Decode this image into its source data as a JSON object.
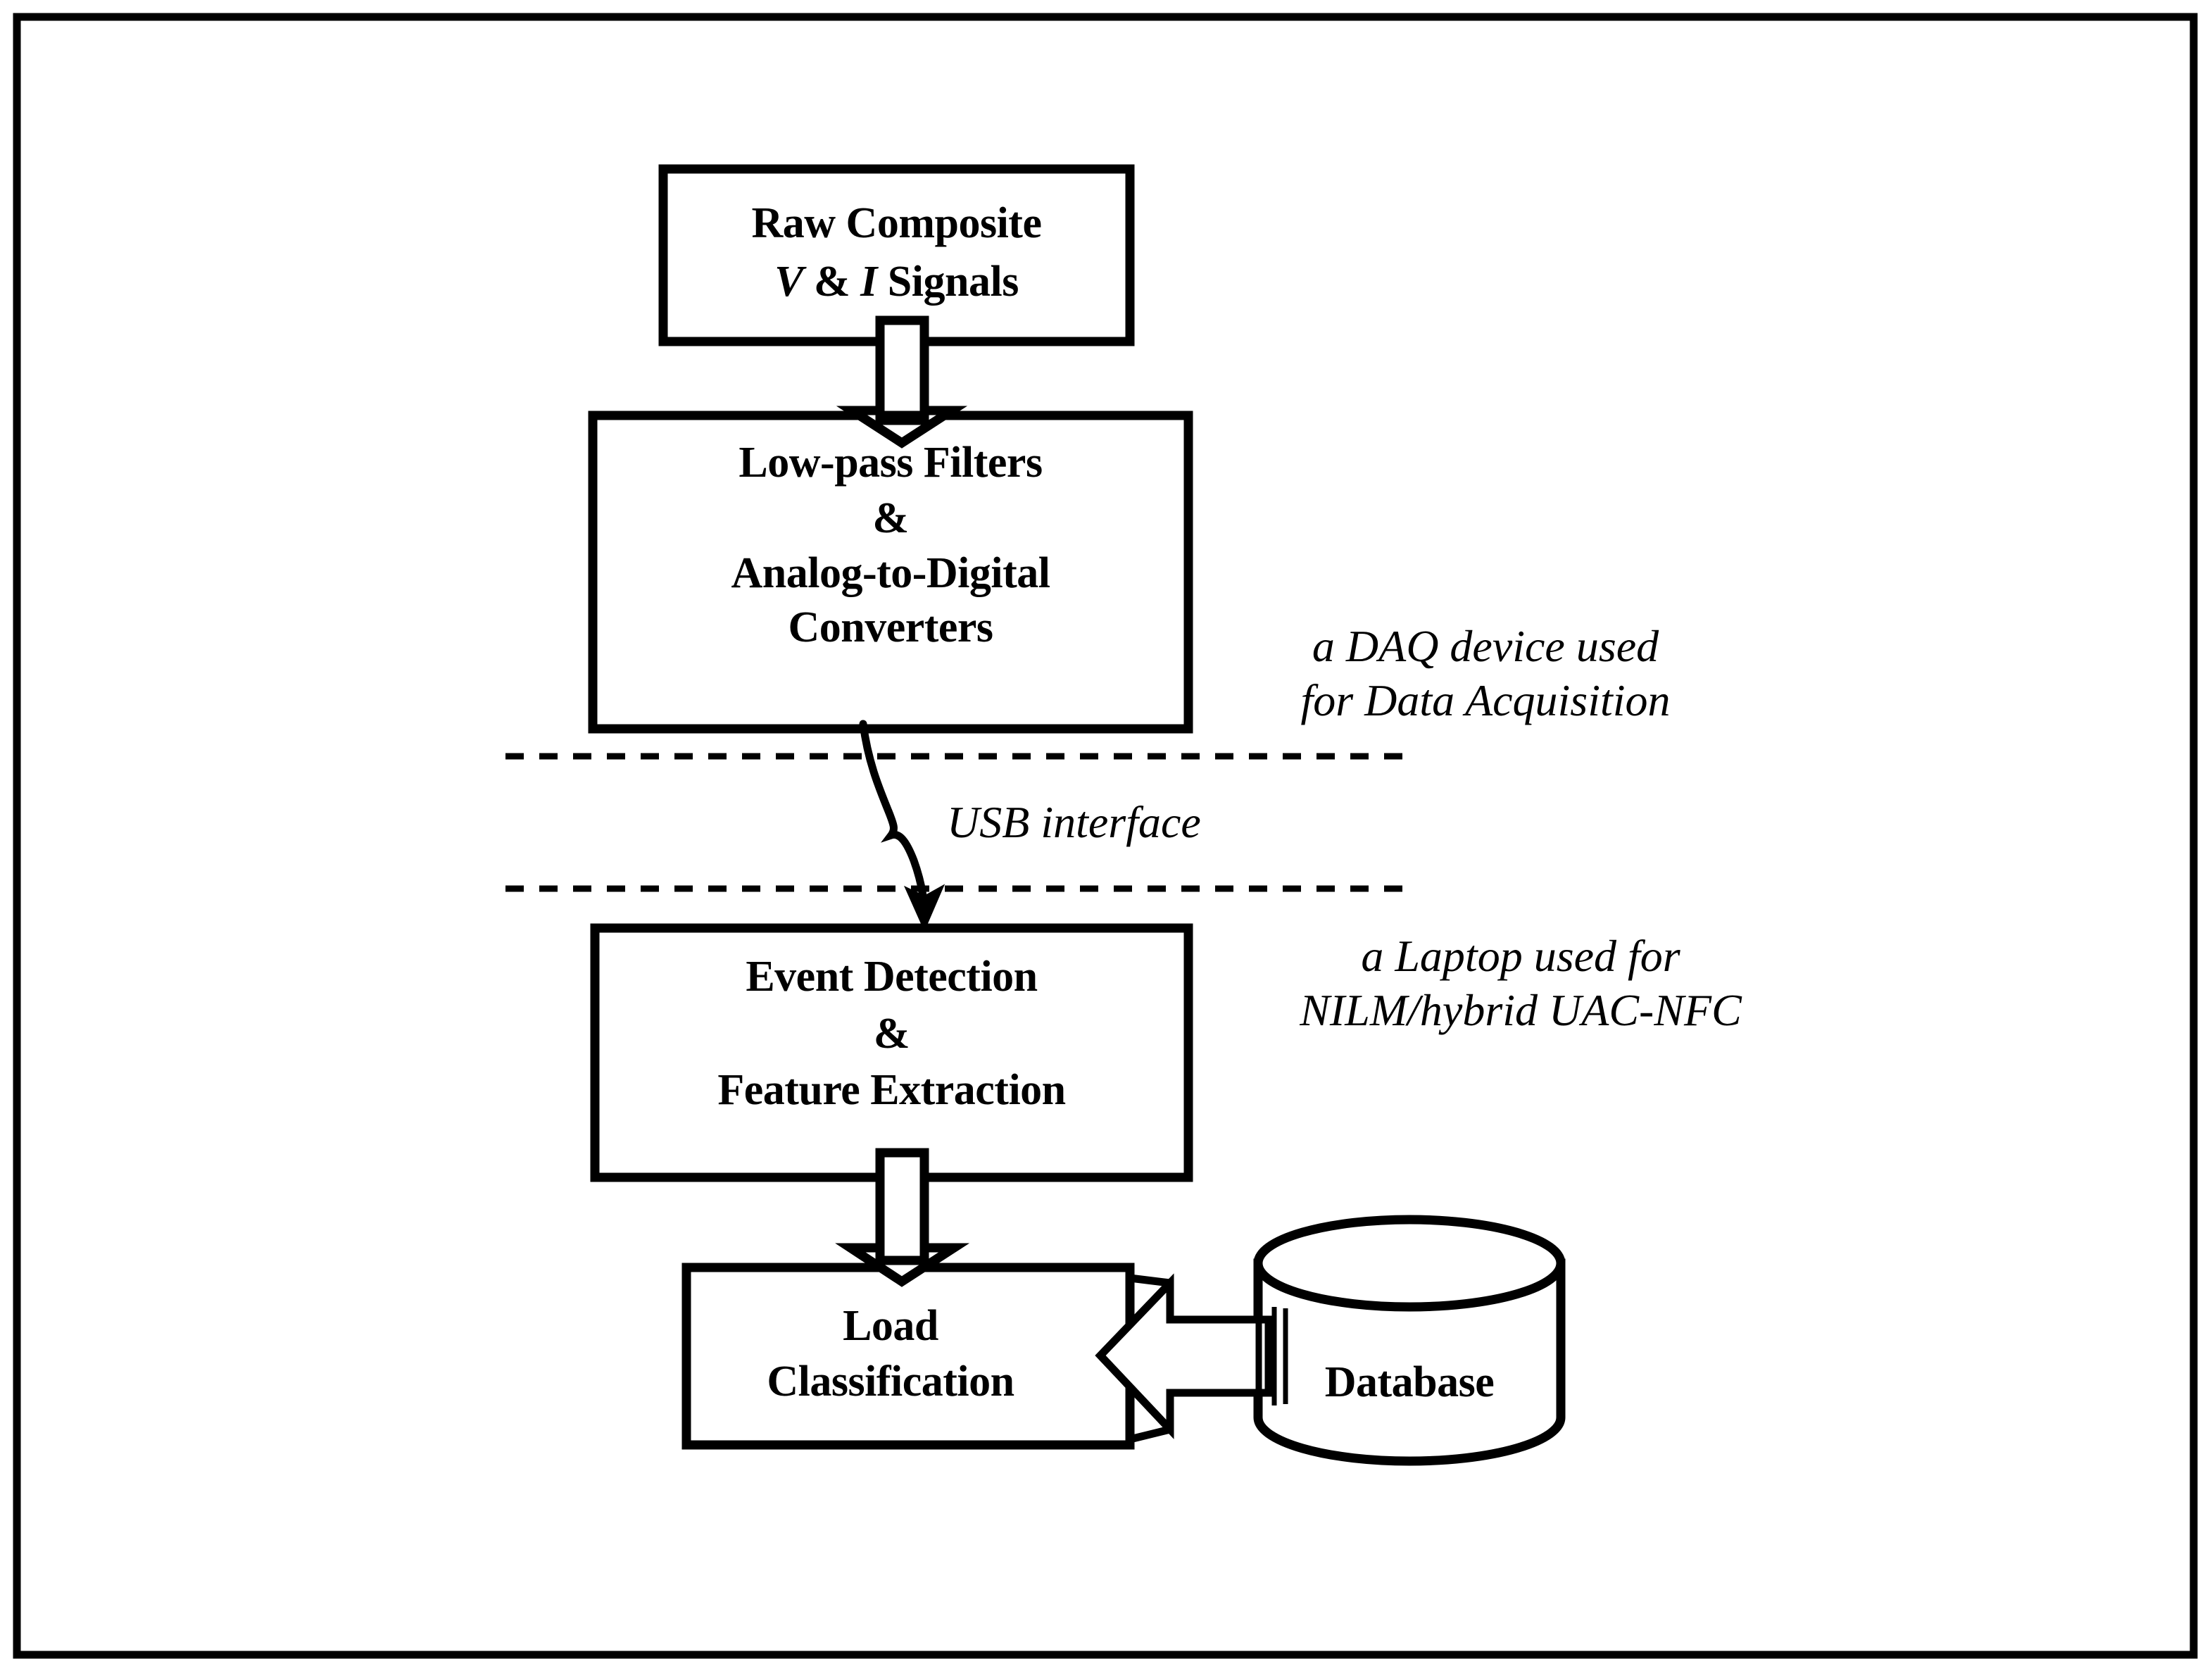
{
  "figure": {
    "kind": "block-diagram",
    "title_text": "",
    "background_color": "#ffffff",
    "stroke_color": "#000000",
    "outer_frame": {
      "label": "figure-border",
      "visible": true
    }
  },
  "blocks": {
    "raw_signals": {
      "name": "Raw Composite V & I Signals",
      "line1": "Raw Composite",
      "line2_a": "V",
      "line2_b": " & ",
      "line2_c": "I",
      "line2_d": " Signals"
    },
    "lpf_adc": {
      "name": "Low-pass Filters & Analog-to-Digital Converters",
      "line1": "Low-pass Filters",
      "line2": "&",
      "line3": "Analog-to-Digital",
      "line4": "Converters"
    },
    "event_feature": {
      "name": "Event Detection & Feature Extraction",
      "line1": "Event Detection",
      "line2": "&",
      "line3": "Feature Extraction"
    },
    "load_classification": {
      "name": "Load Classification",
      "line1": "Load",
      "line2": "Classification"
    },
    "database": {
      "name": "Database",
      "label": "Database"
    }
  },
  "annotations": {
    "daq": {
      "line1": "a DAQ device used",
      "line2": "for Data Acquisition"
    },
    "laptop": {
      "line1": "a Laptop used for",
      "line2": "NILM/hybrid UAC-NFC"
    },
    "usb": {
      "label": "USB interface"
    }
  },
  "separators": {
    "upper_dashed": {
      "name": "dashed-separator-upper"
    },
    "lower_dashed": {
      "name": "dashed-separator-lower"
    }
  },
  "connectors": {
    "raw_to_lpf": {
      "name": "block-arrow-down-raw-to-lpf"
    },
    "lpf_to_event": {
      "name": "curved-arrow-usb-lpf-to-event"
    },
    "event_to_load": {
      "name": "block-arrow-down-event-to-load"
    },
    "db_to_load": {
      "name": "block-arrow-left-database-to-load"
    }
  }
}
